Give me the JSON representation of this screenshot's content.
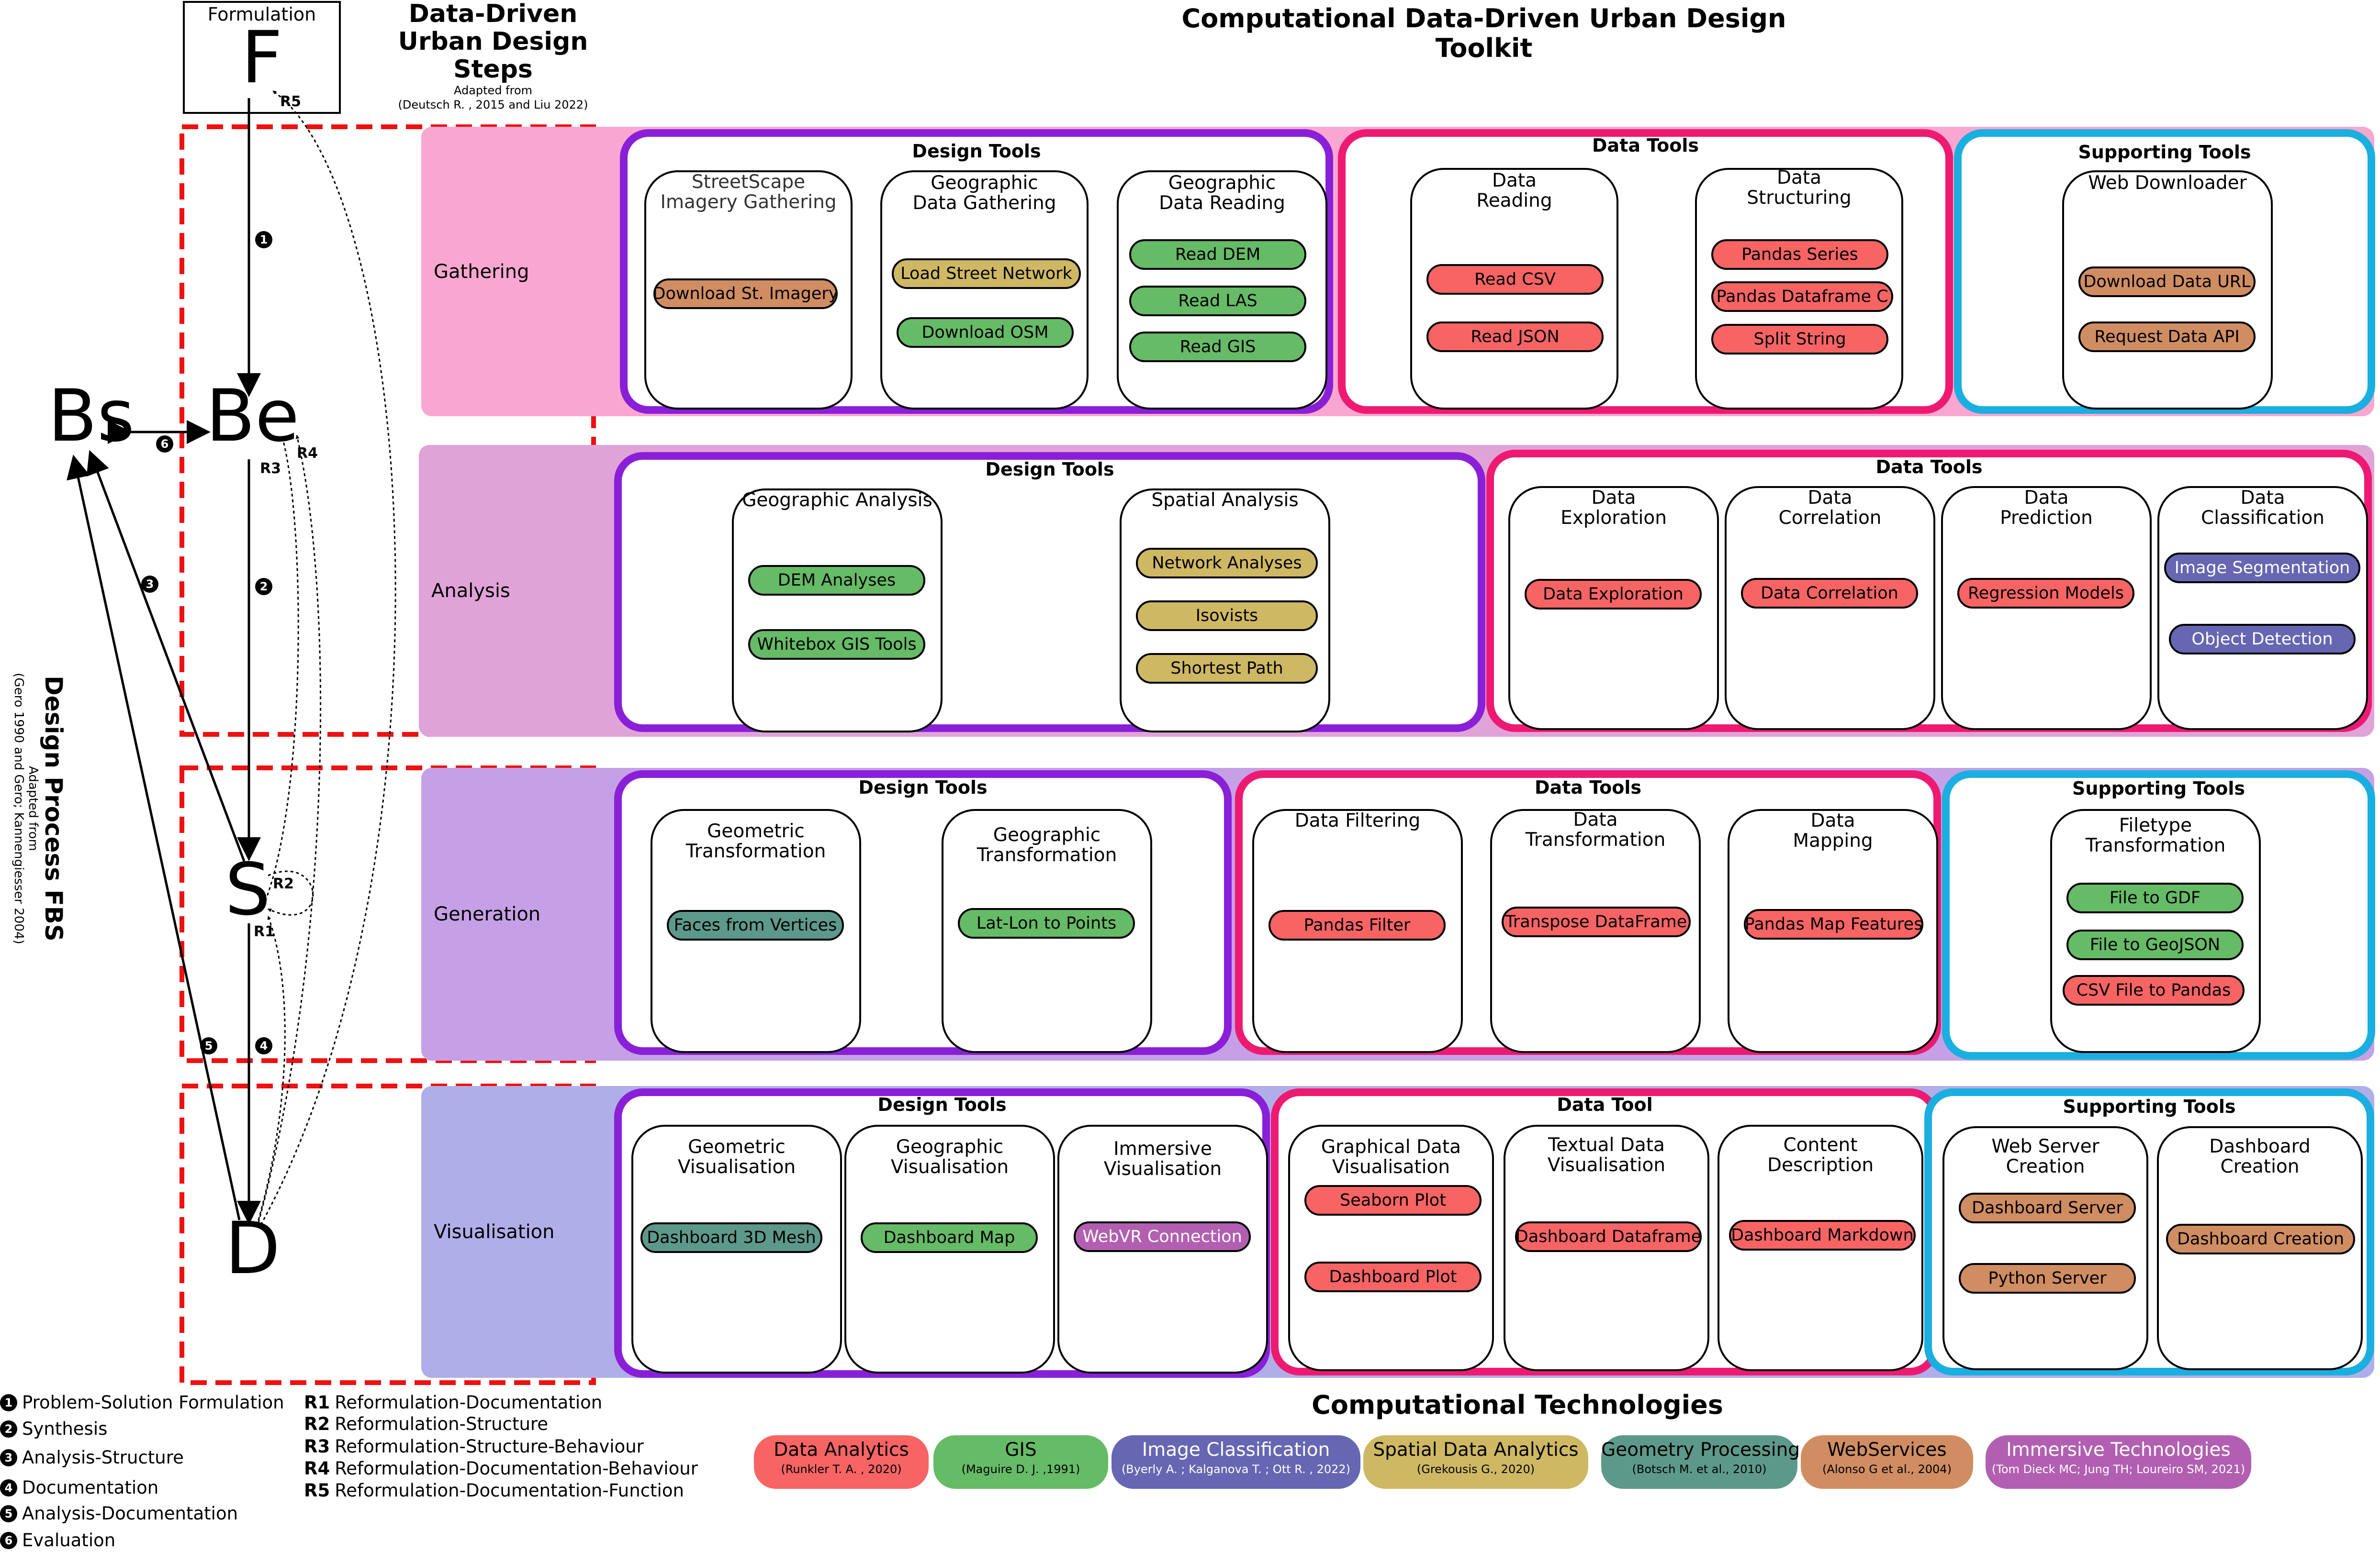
{
  "header": {
    "title_line1": "Computational Data-Driven Urban Design",
    "title_line2": "Toolkit",
    "steps_line1": "Data-Driven",
    "steps_line2": "Urban Design",
    "steps_line3": "Steps",
    "steps_adapted": "Adapted from",
    "steps_ref": "(Deutsch R. , 2015 and Liu 2022)"
  },
  "fbs": {
    "formulation_label": "Formulation",
    "F": "F",
    "Be": "Be",
    "Bs": "Bs",
    "S": "S",
    "D": "D",
    "vertical_title": "Design Process FBS",
    "vertical_adapted": "Adapted from",
    "vertical_ref": "(Gero 1990 and Gero; Kannengiesser 2004)",
    "n1": "1",
    "n2": "2",
    "n3": "3",
    "n4": "4",
    "n5": "5",
    "n6": "6",
    "r1": "R1",
    "r2": "R2",
    "r3": "R3",
    "r4": "R4",
    "r5": "R5"
  },
  "colors": {
    "data_analytics": "#f86464",
    "gis": "#66bb66",
    "image_classification": "#6666b3",
    "spatial_data_analytics": "#cfb863",
    "geometry_processing": "#5d998a",
    "webservices": "#d08d62",
    "immersive": "#b25fb1",
    "design_tools_border": "#8a1fd8",
    "data_tools_border": "#ee1a72",
    "supporting_tools_border": "#1aafe0"
  },
  "rows": {
    "gathering": {
      "label": "Gathering",
      "design_title": "Design Tools",
      "design_cards": [
        {
          "title": "StreetScape\nImagery Gathering",
          "pills": [
            "Download St. Imagery"
          ]
        },
        {
          "title": "Geographic\nData Gathering",
          "pills": [
            "Load Street Network",
            "Download OSM"
          ]
        },
        {
          "title": "Geographic\nData Reading",
          "pills": [
            "Read DEM",
            "Read LAS",
            "Read GIS"
          ]
        }
      ],
      "data_title": "Data Tools",
      "data_cards": [
        {
          "title": "Data\nReading",
          "pills": [
            "Read CSV",
            "Read JSON"
          ]
        },
        {
          "title": "Data\nStructuring",
          "pills": [
            "Pandas Series",
            "Pandas Dataframe  C",
            "Split String"
          ]
        }
      ],
      "support_title": "Supporting Tools",
      "support_cards": [
        {
          "title": "Web Downloader",
          "pills": [
            "Download Data  URL",
            "Request Data API"
          ]
        }
      ]
    },
    "analysis": {
      "label": "Analysis",
      "design_title": "Design Tools",
      "design_cards": [
        {
          "title": "Geographic Analysis",
          "pills": [
            "DEM Analyses",
            "Whitebox GIS Tools"
          ]
        },
        {
          "title": "Spatial  Analysis",
          "pills": [
            "Network Analyses",
            "Isovists",
            "Shortest Path"
          ]
        }
      ],
      "data_title": "Data Tools",
      "data_cards": [
        {
          "title": "Data\nExploration",
          "pills": [
            "Data Exploration"
          ]
        },
        {
          "title": "Data\nCorrelation",
          "pills": [
            "Data Correlation"
          ]
        },
        {
          "title": "Data\nPrediction",
          "pills": [
            "Regression Models"
          ]
        },
        {
          "title": "Data\nClassification",
          "pills": [
            "Image Segmentation",
            "Object Detection"
          ]
        }
      ]
    },
    "generation": {
      "label": "Generation",
      "design_title": "Design Tools",
      "design_cards": [
        {
          "title": "Geometric\nTransformation",
          "pills": [
            "Faces from Vertices"
          ]
        },
        {
          "title": "Geographic\nTransformation",
          "pills": [
            "Lat-Lon to Points"
          ]
        }
      ],
      "data_title": "Data Tools",
      "data_cards": [
        {
          "title": "Data Filtering",
          "pills": [
            "Pandas Filter"
          ]
        },
        {
          "title": "Data\nTransformation",
          "pills": [
            "Transpose DataFrame"
          ]
        },
        {
          "title": "Data\nMapping",
          "pills": [
            "Pandas Map Features"
          ]
        }
      ],
      "support_title": "Supporting Tools",
      "support_cards": [
        {
          "title": "Filetype\nTransformation",
          "pills": [
            "File to GDF",
            "File to GeoJSON",
            "CSV File to Pandas"
          ]
        }
      ]
    },
    "visualisation": {
      "label": "Visualisation",
      "design_title": "Design Tools",
      "design_cards": [
        {
          "title": "Geometric\nVisualisation",
          "pills": [
            "Dashboard 3D Mesh"
          ]
        },
        {
          "title": "Geographic\nVisualisation",
          "pills": [
            "Dashboard Map"
          ]
        },
        {
          "title": "Immersive\nVisualisation",
          "pills": [
            "WebVR Connection"
          ]
        }
      ],
      "data_title": "Data Tool",
      "data_cards": [
        {
          "title": "Graphical Data\nVisualisation",
          "pills": [
            "Seaborn Plot",
            "Dashboard Plot"
          ]
        },
        {
          "title": "Textual Data\nVisualisation",
          "pills": [
            "Dashboard Dataframe"
          ]
        },
        {
          "title": "Content\nDescription",
          "pills": [
            "Dashboard Markdown"
          ]
        }
      ],
      "support_title": "Supporting Tools",
      "support_cards": [
        {
          "title": "Web Server\nCreation",
          "pills": [
            "Dashboard Server",
            "Python Server"
          ]
        },
        {
          "title": "Dashboard\nCreation",
          "pills": [
            "Dashboard Creation"
          ]
        }
      ]
    }
  },
  "legend": {
    "items": [
      {
        "num": "1",
        "text": "Problem-Solution Formulation"
      },
      {
        "num": "2",
        "text": "Synthesis"
      },
      {
        "num": "3",
        "text": "Analysis-Structure"
      },
      {
        "num": "4",
        "text": "Documentation"
      },
      {
        "num": "5",
        "text": "Analysis-Documentation"
      },
      {
        "num": "6",
        "text": "Evaluation"
      }
    ],
    "r_items": [
      {
        "code": "R1",
        "text": "Reformulation-Documentation"
      },
      {
        "code": "R2",
        "text": "Reformulation-Structure"
      },
      {
        "code": "R3",
        "text": "Reformulation-Structure-Behaviour"
      },
      {
        "code": "R4",
        "text": "Reformulation-Documentation-Behaviour"
      },
      {
        "code": "R5",
        "text": "Reformulation-Documentation-Function"
      }
    ]
  },
  "technologies": {
    "title": "Computational Technologies",
    "items": [
      {
        "name": "Data Analytics",
        "ref": "(Runkler T. A. , 2020)"
      },
      {
        "name": "GIS",
        "ref": "(Maguire  D. J. ,1991)"
      },
      {
        "name": "Image  Classification",
        "ref": "(Byerly  A. ; Kalganova T. ; Ott R. , 2022)"
      },
      {
        "name": "Spatial Data Analytics",
        "ref": "(Grekousis G., 2020)"
      },
      {
        "name": "Geometry Processing",
        "ref": "(Botsch M. et al., 2010)"
      },
      {
        "name": "WebServices",
        "ref": "(Alonso G et al., 2004)"
      },
      {
        "name": "Immersive Technologies",
        "ref": "(Tom Dieck MC; Jung TH; Loureiro SM, 2021)"
      }
    ]
  }
}
